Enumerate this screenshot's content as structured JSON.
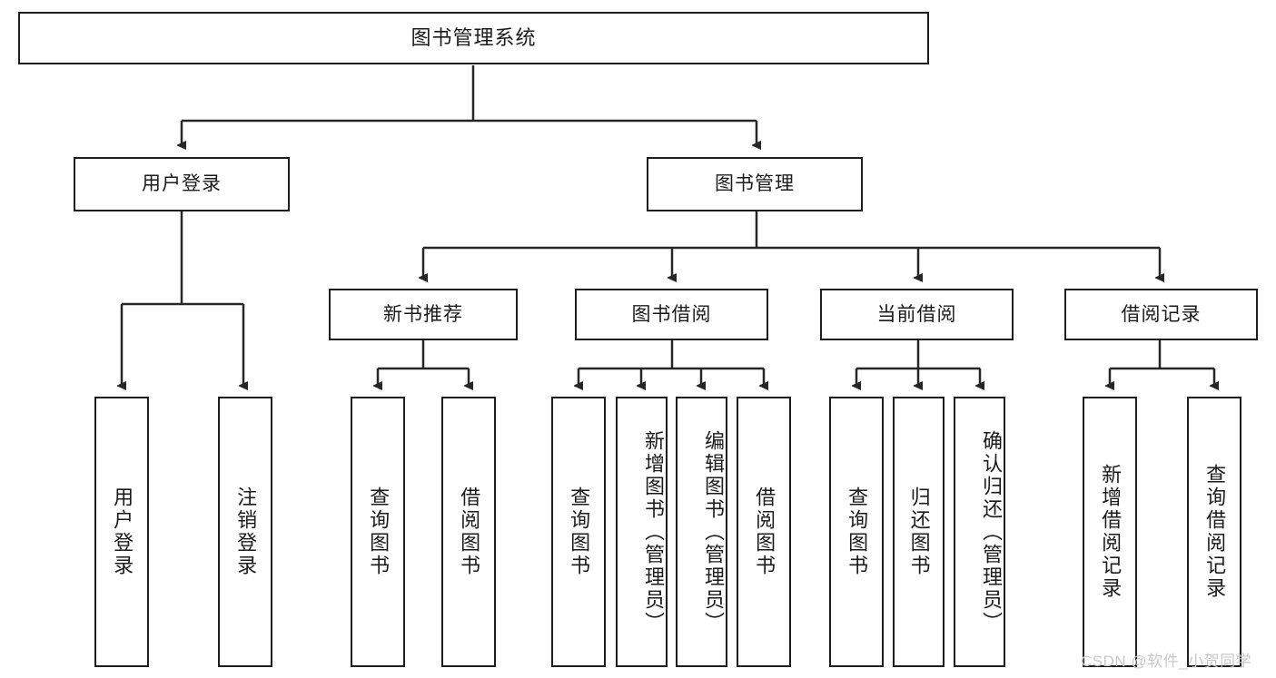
{
  "diagram": {
    "title": "图书管理系统",
    "watermark": "CSDN @软件_小贺同学",
    "colors": {
      "stroke": "#1d1d1d",
      "background": "#ffffff",
      "watermark": "#c8c8c8"
    },
    "levels": {
      "root": {
        "label": "图书管理系统"
      },
      "level2": [
        {
          "label": "用户登录"
        },
        {
          "label": "图书管理"
        }
      ],
      "level3": [
        {
          "label": "新书推荐"
        },
        {
          "label": "图书借阅"
        },
        {
          "label": "当前借阅"
        },
        {
          "label": "借阅记录"
        }
      ],
      "leaves": {
        "user_login": [
          {
            "label": "用户登录"
          },
          {
            "label": "注销登录"
          }
        ],
        "new_book_recommend": [
          {
            "label": "查询图书"
          },
          {
            "label": "借阅图书"
          }
        ],
        "book_borrow": [
          {
            "label": "查询图书"
          },
          {
            "label": "新增图书（管理员）"
          },
          {
            "label": "编辑图书（管理员）"
          },
          {
            "label": "借阅图书"
          }
        ],
        "current_borrow": [
          {
            "label": "查询图书"
          },
          {
            "label": "归还图书"
          },
          {
            "label": "确认归还（管理员）"
          }
        ],
        "borrow_record": [
          {
            "label": "新增借阅记录"
          },
          {
            "label": "查询借阅记录"
          }
        ]
      }
    }
  }
}
